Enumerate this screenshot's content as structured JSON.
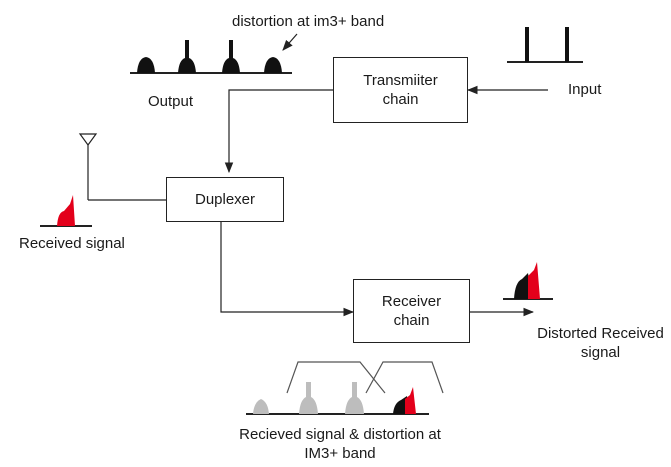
{
  "blocks": {
    "transmitter": "Transmiiter chain",
    "duplexer": "Duplexer",
    "receiver": "Receiver chain"
  },
  "labels": {
    "output": "Output",
    "input": "Input",
    "distortion_im3": "distortion at im3+ band",
    "received_signal": "Received signal",
    "distorted_received": "Distorted Received signal",
    "received_and_distortion": "Recieved signal & distortion at IM3+ band"
  },
  "colors": {
    "signal_black": "#111111",
    "signal_red": "#e3001b",
    "signal_gray": "#bdbdbd",
    "line": "#222222"
  }
}
